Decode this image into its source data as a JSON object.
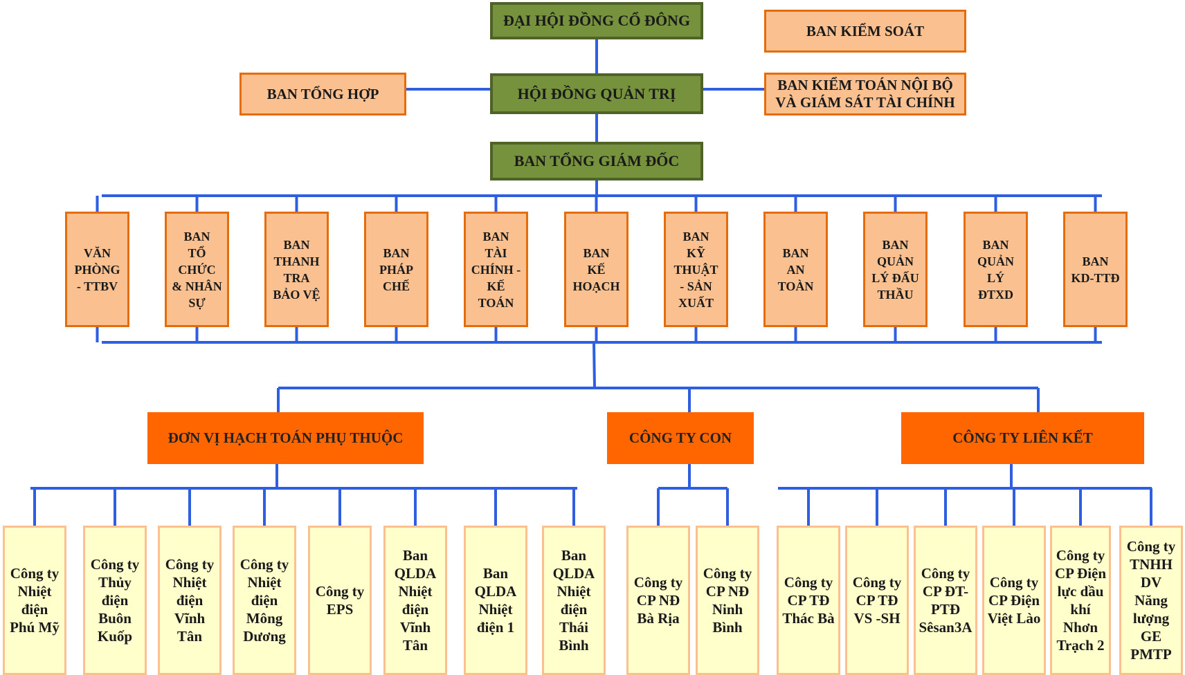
{
  "top": {
    "agm": "ĐẠI HỘI ĐỒNG CỔ ĐÔNG",
    "board": "HỘI ĐỒNG QUẢN TRỊ",
    "ceo": "BAN TỔNG GIÁM ĐỐC",
    "supervisory": "BAN KIỂM SOÁT",
    "general": "BAN TỔNG HỢP",
    "audit": "BAN KIỂM TOÁN NỘI BỘ\nVÀ GIÁM SÁT TÀI CHÍNH"
  },
  "departments": [
    "VĂN\nPHÒNG\n- TTBV",
    "BAN\nTỔ\nCHỨC\n& NHÂN\nSỰ",
    "BAN\nTHANH\nTRA\nBẢO VỆ",
    "BAN\nPHÁP\nCHẾ",
    "BAN\nTÀI\nCHÍNH -\nKẾ\nTOÁN",
    "BAN\nKẾ\nHOẠCH",
    "BAN\nKỸ\nTHUẬT\n- SẢN\nXUẤT",
    "BAN\nAN\nTOÀN",
    "BAN\nQUẢN\nLÝ ĐẤU\nTHẦU",
    "BAN\nQUẢN\nLÝ\nĐTXD",
    "BAN\nKD-TTĐ"
  ],
  "groups": {
    "dependent": "ĐƠN VỊ HẠCH  TOÁN PHỤ THUỘC",
    "subsidiary": "CÔNG TY CON",
    "associate": "CÔNG TY LIÊN KẾT"
  },
  "dependent_units": [
    "Công ty\nNhiệt\nđiện\nPhú Mỹ",
    "Công ty\nThủy\nđiện\nBuôn\nKuốp",
    "Công ty\nNhiệt\nđiện\nVĩnh\nTân",
    "Công ty\nNhiệt\nđiện\nMông\nDương",
    "Công ty\nEPS",
    "Ban\nQLDA\nNhiệt\nđiện\nVĩnh\nTân",
    "Ban\nQLDA\nNhiệt\nđiện 1",
    "Ban\nQLDA\nNhiệt\nđiện\nThái\nBình"
  ],
  "subsidiaries": [
    "Công ty\nCP NĐ\nBà Rịa",
    "Công ty\nCP NĐ\nNinh\nBình"
  ],
  "associates": [
    "Công ty\nCP TĐ\nThác Bà",
    "Công ty\nCP TĐ\nVS -SH",
    "Công ty\nCP ĐT-\nPTĐ\nSêsan3A",
    "Công ty\nCP Điện\nViệt Lào",
    "Công ty\nCP Điện\nlực dầu\nkhí\nNhơn\nTrạch 2",
    "Công ty\nTNHH\nDV\nNăng\nlượng\nGE\nPMTP"
  ]
}
